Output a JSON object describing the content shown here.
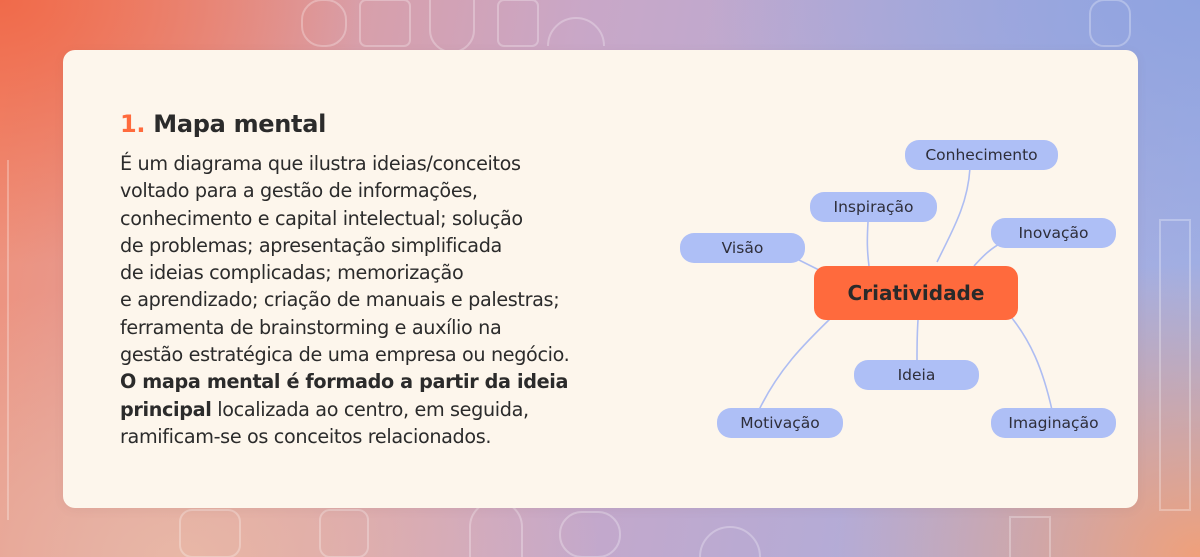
{
  "heading": {
    "number": "1.",
    "title": "Mapa mental"
  },
  "description": {
    "lines": [
      "É um diagrama que ilustra ideias/conceitos",
      "voltado para a gestão de informações,",
      "conhecimento e capital intelectual; solução",
      "de problemas; apresentação simplificada",
      "de ideias complicadas; memorização",
      "e aprendizado; criação de manuais e palestras;",
      "ferramenta de brainstorming e auxílio na",
      "gestão estratégica de uma empresa ou negócio."
    ],
    "bold_line_1": "O mapa mental é formado a partir da ideia",
    "bold_line_2": "principal",
    "line_2_rest": " localizada ao centro, em seguida,",
    "last_line": "ramificam-se os conceitos relacionados."
  },
  "mind_map": {
    "center": "Criatividade",
    "branches": {
      "conhecimento": "Conhecimento",
      "inspiracao": "Inspiração",
      "inovacao": "Inovação",
      "visao": "Visão",
      "ideia": "Ideia",
      "motivacao": "Motivação",
      "imaginacao": "Imaginação"
    }
  },
  "colors": {
    "accent": "#ff6b3d",
    "center_node": "#ff6a3d",
    "branch_node": "#aebff6",
    "card": "#fdf6ec",
    "text": "#2b2b2b"
  }
}
